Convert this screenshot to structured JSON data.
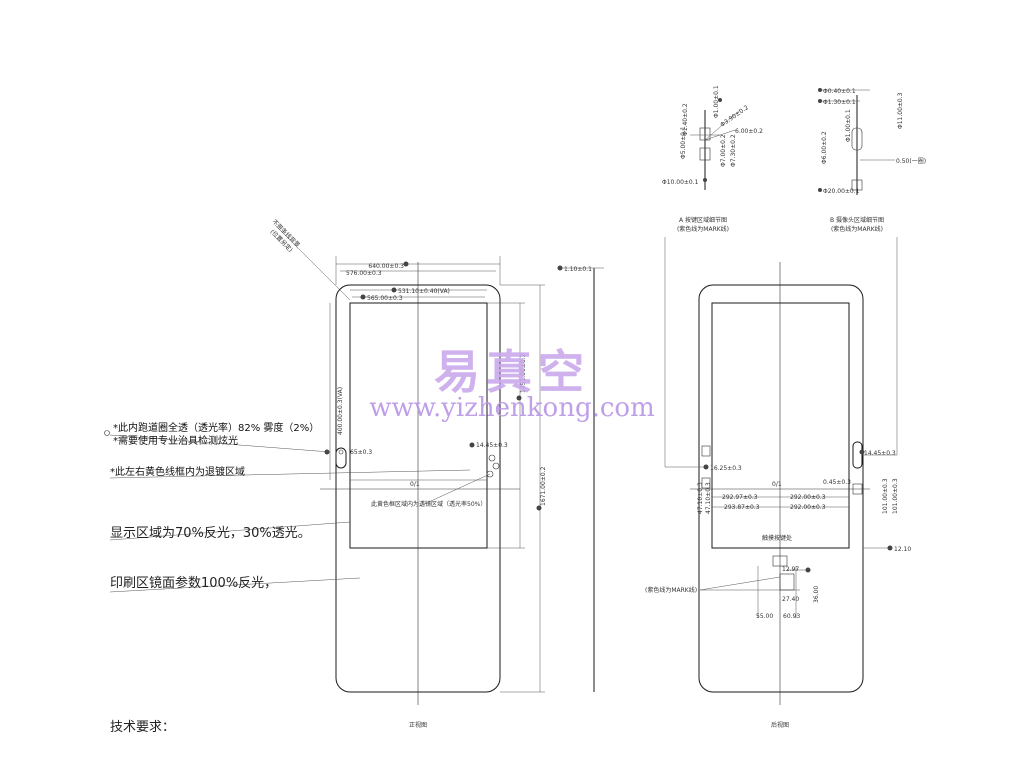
{
  "front_view": {
    "caption": "正视图",
    "dims": {
      "top_width": "640.00±0.3",
      "inner_width": "576.00±0.3",
      "display_width": "531.10±0.40(VA)",
      "window_width": "565.00±0.3",
      "right_height": "1671.00±0.2",
      "window_height": "1451.00±0.2",
      "hole_right": "14.45±0.3",
      "hole_left": "65±0.3",
      "left_vertical": "400.00±0.3(VA)",
      "mid_label": "0/1"
    },
    "note_top": "不带条线背景",
    "note_top_2": "(位置另定)",
    "yellow_frame_text": "此黄色框区域内为透镜区域（透光率50%）"
  },
  "side_view": {
    "dim": "1.10±0.1"
  },
  "rear_view": {
    "caption": "后视图",
    "dims": {
      "left_hole": "16.25±0.3",
      "right_hole": "14.45±0.3",
      "r1": "0.45±0.3",
      "w1": "292.97±0.3",
      "w2": "293.87±0.3",
      "w3": "292.00±0.3",
      "w4": "292.00±0.3",
      "v1": "47.10±0.3",
      "v2": "47.10±0.3",
      "v3": "101.00±0.3",
      "v4": "101.00±0.3",
      "mid_label": "0/1",
      "button_label": "触摸按键处",
      "d1": "12.97",
      "d2": "27.40",
      "d3": "36.00",
      "d4": "55.00",
      "d5": "60.93",
      "d6": "12.10",
      "mark_note": "(紫色线为MARK线)"
    }
  },
  "detail_a": {
    "title": "A 按键区域细节图",
    "subtitle": "(紫色线为MARK线)",
    "dims": [
      "Φ1.40±0.2",
      "Φ1.00±0.1",
      "Φ3.90±0.2",
      "6.00±0.2",
      "Φ5.00±0.1",
      "Φ7.00±0.2",
      "Φ7.30±0.2",
      "Φ10.00±0.1"
    ]
  },
  "detail_b": {
    "title": "B 摄像头区域细节图",
    "subtitle": "(紫色线为MARK线)",
    "dims": [
      "Φ0.40±0.1",
      "Φ1.30±0.1",
      "Φ1.00±0.1",
      "Φ6.00±0.2",
      "Φ20.00±0.1",
      "0.50(一圈)",
      "Φ11.00±0.3"
    ]
  },
  "notes": {
    "line1": "*此内跑道圈全透（透光率）82% 雾度（2%）",
    "line2": "*需要使用专业治具检测炫光",
    "line3": "*此左右黄色线框内为退镀区域",
    "display": "显示区域为70%反光，30%透光。",
    "print": "印刷区镜面参数100%反光，"
  },
  "footer": {
    "tech_req": "技术要求："
  },
  "watermark": {
    "cn": "易真空",
    "url": "www.yizhenkong.com"
  }
}
